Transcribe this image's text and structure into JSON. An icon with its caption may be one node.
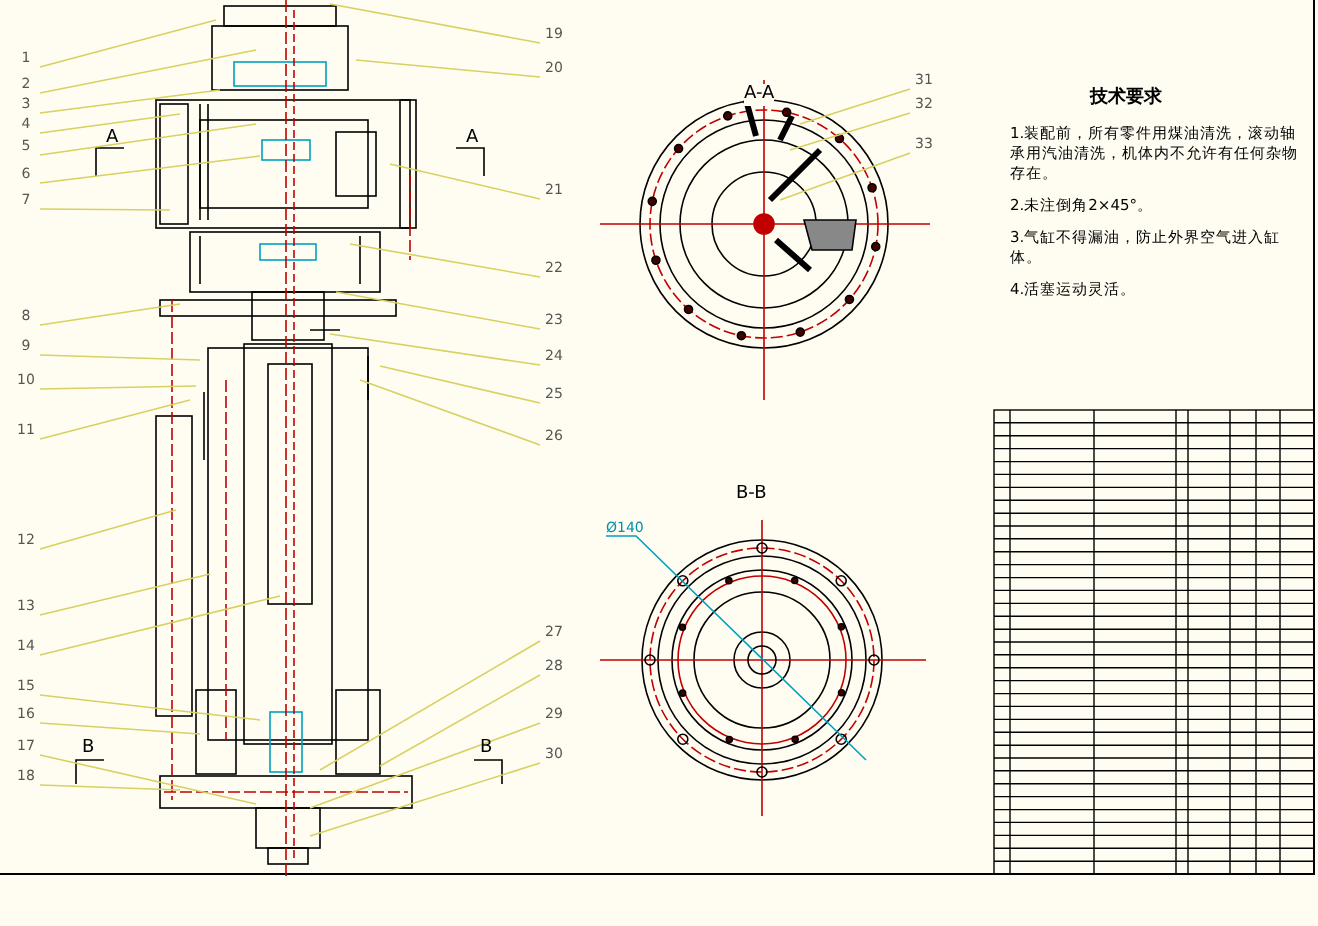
{
  "diagram": {
    "nodes": [
      {
        "text": [
          "1"
        ]
      },
      {
        "text": [
          "2"
        ]
      },
      {
        "text": [
          "3"
        ]
      },
      {
        "text": [
          "4"
        ]
      },
      {
        "text": [
          "5"
        ]
      },
      {
        "text": [
          "6"
        ]
      },
      {
        "text": [
          "7"
        ]
      },
      {
        "text": [
          "8"
        ]
      },
      {
        "text": [
          "9"
        ]
      },
      {
        "text": [
          "10"
        ]
      },
      {
        "text": [
          "11"
        ]
      },
      {
        "text": [
          "12"
        ]
      },
      {
        "text": [
          "13"
        ]
      },
      {
        "text": [
          "14"
        ]
      },
      {
        "text": [
          "15"
        ]
      },
      {
        "text": [
          "16"
        ]
      },
      {
        "text": [
          "17"
        ]
      },
      {
        "text": [
          "18"
        ]
      },
      {
        "text": [
          "19"
        ]
      },
      {
        "text": [
          "20"
        ]
      },
      {
        "text": [
          "21"
        ]
      },
      {
        "text": [
          "22"
        ]
      },
      {
        "text": [
          "23"
        ]
      },
      {
        "text": [
          "24"
        ]
      },
      {
        "text": [
          "25"
        ]
      },
      {
        "text": [
          "26"
        ]
      },
      {
        "text": [
          "27"
        ]
      },
      {
        "text": [
          "28"
        ]
      },
      {
        "text": [
          "29"
        ]
      },
      {
        "text": [
          "30"
        ]
      },
      {
        "text": [
          "31"
        ]
      },
      {
        "text": [
          "32"
        ]
      },
      {
        "text": [
          "33"
        ]
      }
    ],
    "edges": [
      {
        "from": 0,
        "to": null,
        "arrow": "none"
      },
      {
        "from": 1,
        "to": null,
        "arrow": "none"
      },
      {
        "from": 2,
        "to": null,
        "arrow": "none"
      },
      {
        "from": 3,
        "to": null,
        "arrow": "none"
      },
      {
        "from": 4,
        "to": null,
        "arrow": "none"
      },
      {
        "from": 5,
        "to": null,
        "arrow": "none"
      },
      {
        "from": 6,
        "to": null,
        "arrow": "none"
      },
      {
        "from": 7,
        "to": null,
        "arrow": "none"
      },
      {
        "from": 8,
        "to": null,
        "arrow": "none"
      },
      {
        "from": 9,
        "to": null,
        "arrow": "none"
      },
      {
        "from": 10,
        "to": null,
        "arrow": "none"
      },
      {
        "from": 11,
        "to": null,
        "arrow": "none"
      },
      {
        "from": 12,
        "to": null,
        "arrow": "none"
      },
      {
        "from": 13,
        "to": null,
        "arrow": "none"
      },
      {
        "from": 14,
        "to": null,
        "arrow": "none"
      },
      {
        "from": 15,
        "to": null,
        "arrow": "none"
      },
      {
        "from": 16,
        "to": null,
        "arrow": "none"
      },
      {
        "from": 17,
        "to": null,
        "arrow": "none"
      },
      {
        "from": 18,
        "to": null,
        "arrow": "none"
      },
      {
        "from": 19,
        "to": null,
        "arrow": "none"
      },
      {
        "from": 20,
        "to": null,
        "arrow": "none"
      },
      {
        "from": 21,
        "to": null,
        "arrow": "none"
      },
      {
        "from": 22,
        "to": null,
        "arrow": "none"
      },
      {
        "from": 23,
        "to": null,
        "arrow": "none"
      },
      {
        "from": 24,
        "to": null,
        "arrow": "none"
      },
      {
        "from": 25,
        "to": null,
        "arrow": "none"
      },
      {
        "from": 26,
        "to": null,
        "arrow": "none"
      },
      {
        "from": 27,
        "to": null,
        "arrow": "none"
      },
      {
        "from": 28,
        "to": null,
        "arrow": "none"
      },
      {
        "from": 29,
        "to": null,
        "arrow": "none"
      },
      {
        "from": 30,
        "to": null,
        "arrow": "none"
      },
      {
        "from": 31,
        "to": null,
        "arrow": "none"
      },
      {
        "from": 32,
        "to": null,
        "arrow": "none"
      }
    ],
    "labels": [
      "A",
      "A",
      "A-A",
      "技术要求",
      "1.装配前，所有零件用煤油清洗，滚动轴承用汽油清洗，机体内不允许有任何杂物存在。",
      "2.未注倒角2×45°。",
      "3.气缸不得漏油，防止外界空气进入缸体。",
      "4.活塞运动灵活。",
      "Ø140",
      "B-B",
      "B",
      "B"
    ]
  }
}
